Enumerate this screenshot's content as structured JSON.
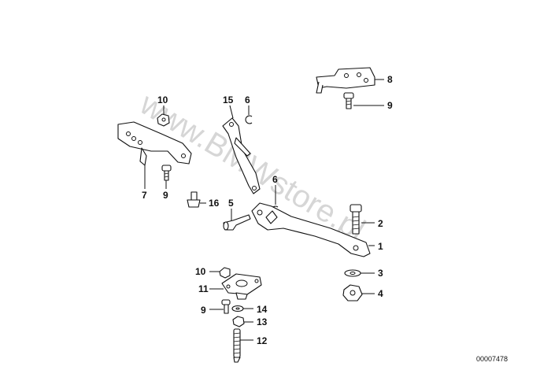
{
  "watermark": "www.BMWstore.pl",
  "reference": "00007478",
  "callouts": {
    "c1": "1",
    "c2": "2",
    "c3": "3",
    "c4": "4",
    "c5": "5",
    "c6a": "6",
    "c6b": "6",
    "c7": "7",
    "c8": "8",
    "c9a": "9",
    "c9b": "9",
    "c9c": "9",
    "c10a": "10",
    "c10b": "10",
    "c11": "11",
    "c12": "12",
    "c13": "13",
    "c14": "14",
    "c15": "15",
    "c16": "16"
  }
}
